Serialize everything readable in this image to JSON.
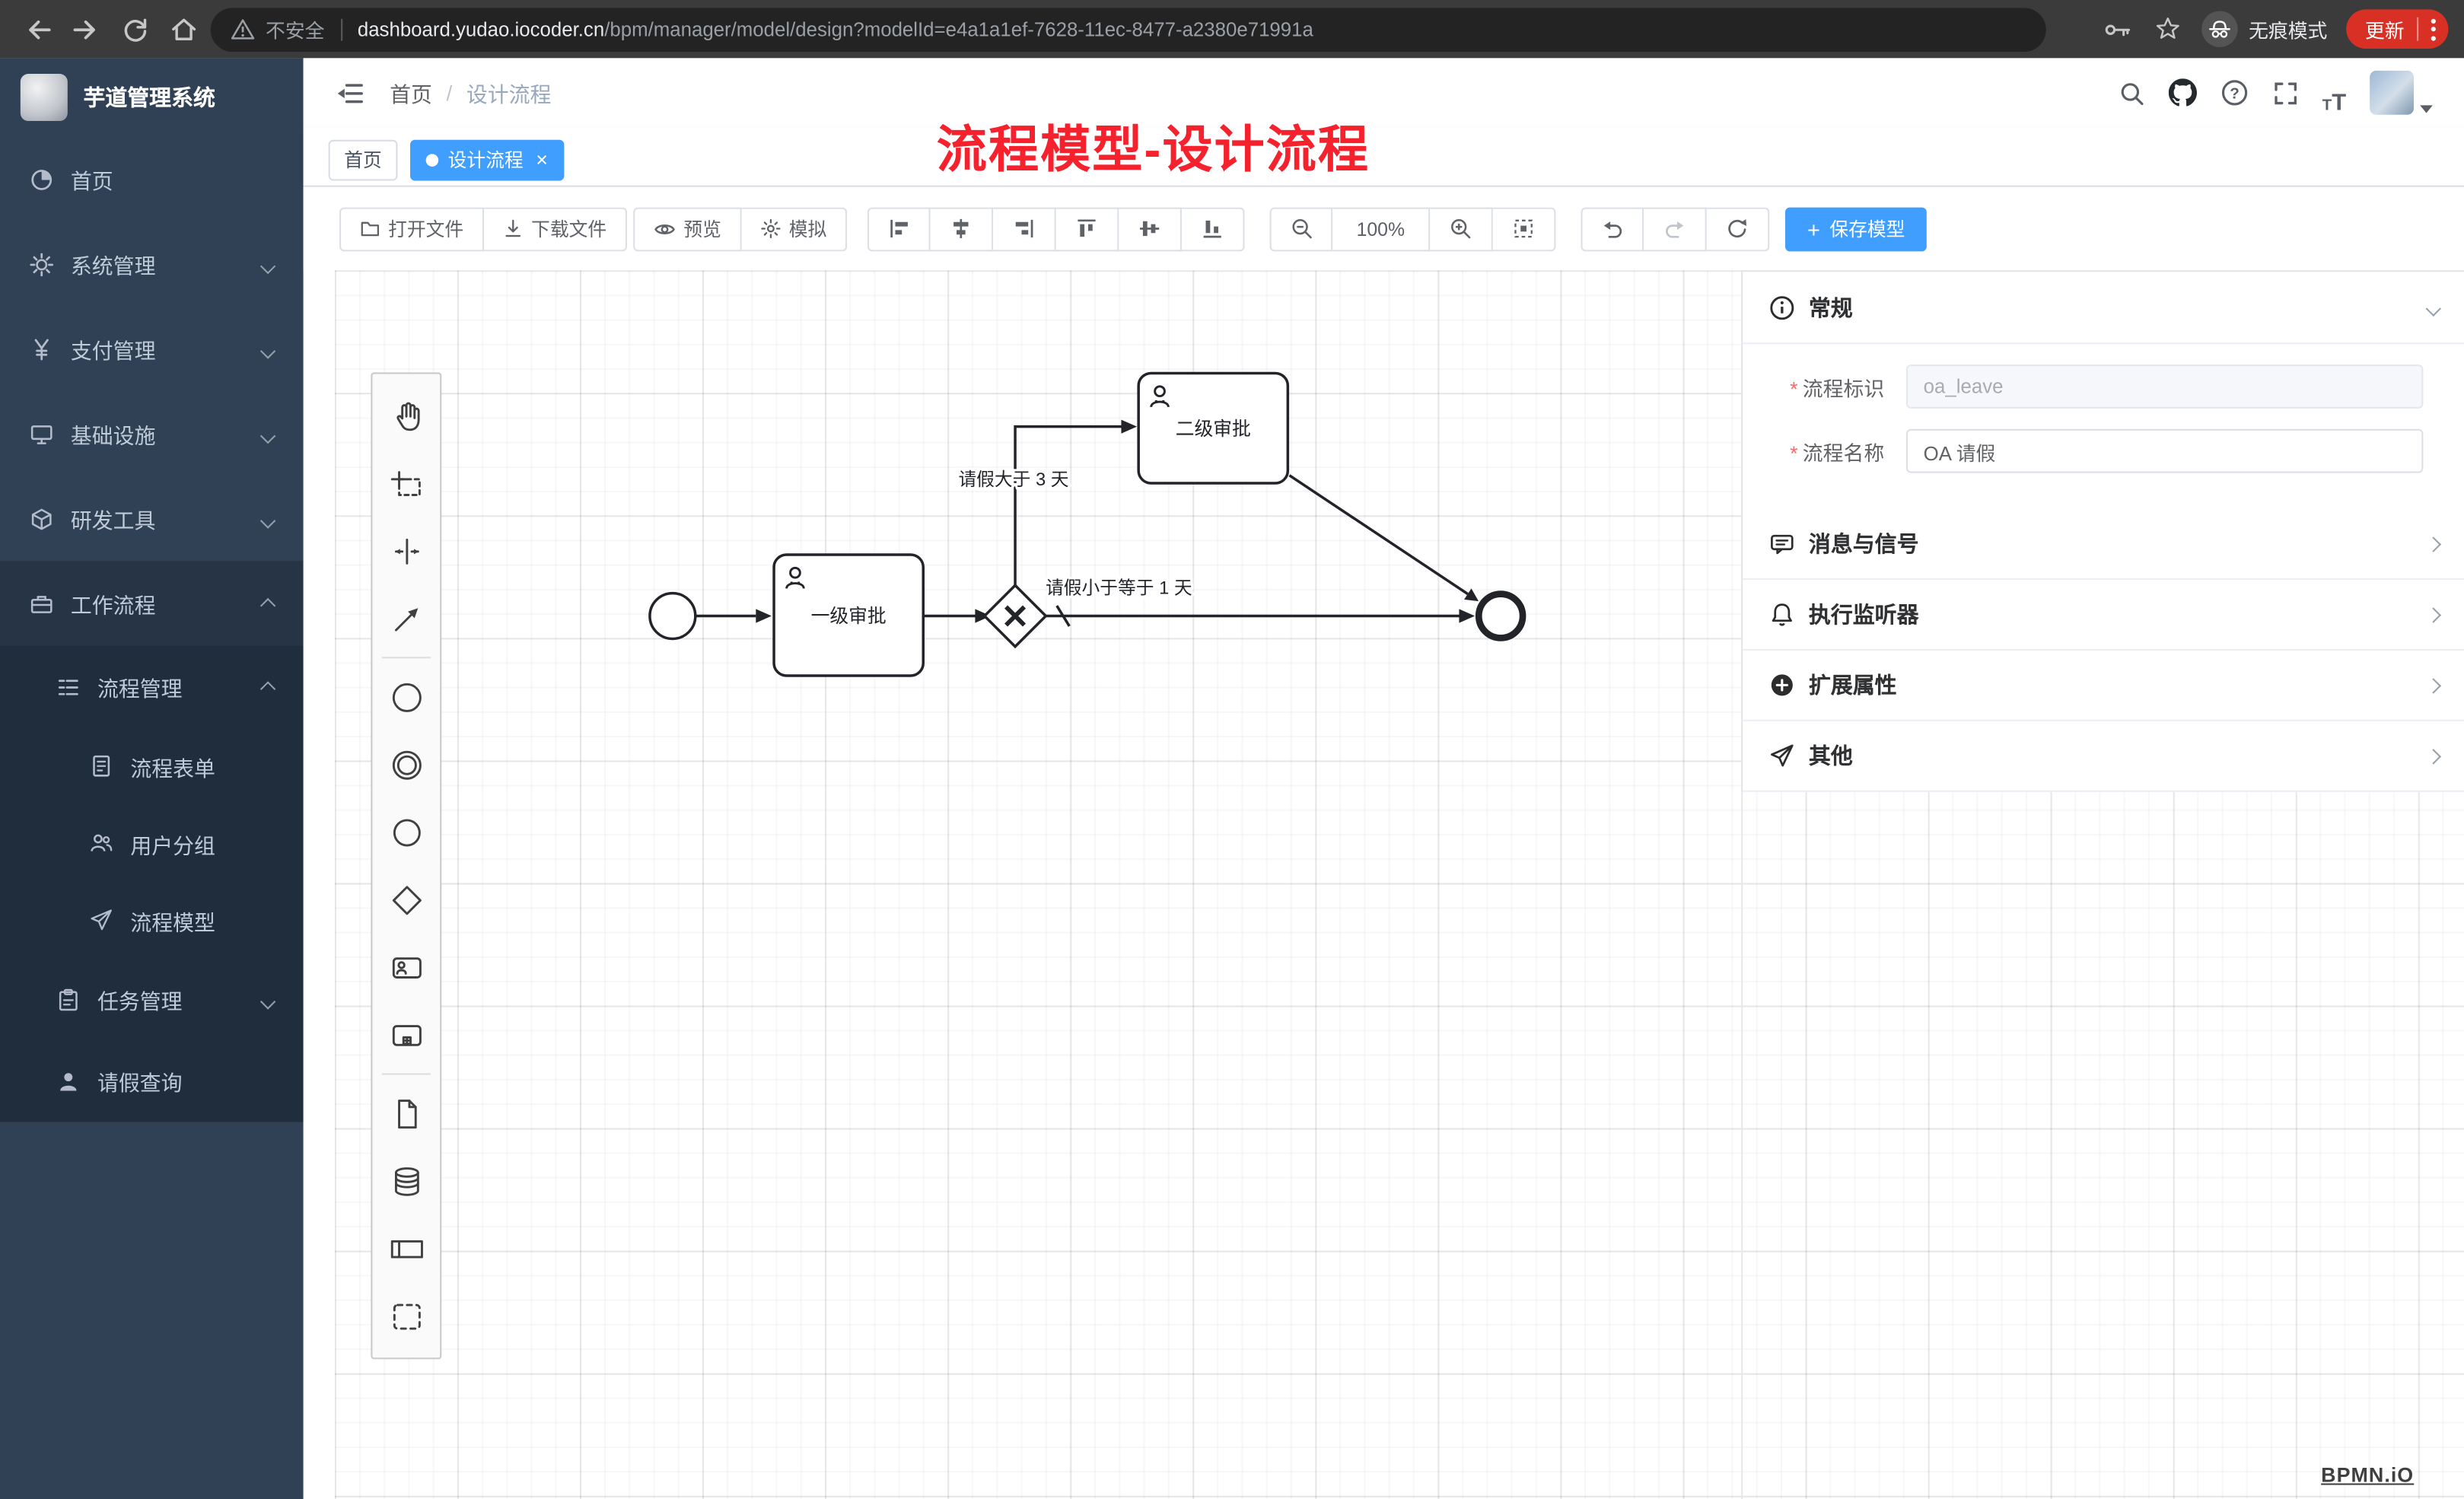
{
  "browser": {
    "security_label": "不安全",
    "url_host": "dashboard.yudao.iocoder.cn",
    "url_rest": "/bpm/manager/model/design?modelId=e4a1a1ef-7628-11ec-8477-a2380e71991a",
    "incognito_label": "无痕模式",
    "update_label": "更新"
  },
  "sidebar": {
    "logo_title": "芋道管理系统",
    "items": [
      {
        "label": "首页"
      },
      {
        "label": "系统管理"
      },
      {
        "label": "支付管理"
      },
      {
        "label": "基础设施"
      },
      {
        "label": "研发工具"
      },
      {
        "label": "工作流程"
      },
      {
        "label": "流程管理"
      },
      {
        "label": "流程表单"
      },
      {
        "label": "用户分组"
      },
      {
        "label": "流程模型"
      },
      {
        "label": "任务管理"
      },
      {
        "label": "请假查询"
      }
    ]
  },
  "header": {
    "breadcrumb_home": "首页",
    "breadcrumb_current": "设计流程",
    "annotation": "流程模型-设计流程"
  },
  "tags": {
    "home_label": "首页",
    "current_label": "设计流程",
    "close_glyph": "×"
  },
  "toolbar": {
    "open_file": "打开文件",
    "download_file": "下载文件",
    "preview": "预览",
    "simulate": "模拟",
    "zoom_level": "100%",
    "save_plus": "+",
    "save_model": "保存模型"
  },
  "properties": {
    "general_title": "常规",
    "process_key_label": "流程标识",
    "process_key_value": "oa_leave",
    "process_name_label": "流程名称",
    "process_name_value": "OA 请假",
    "sections": [
      {
        "label": "消息与信号"
      },
      {
        "label": "执行监听器"
      },
      {
        "label": "扩展属性"
      },
      {
        "label": "其他"
      }
    ]
  },
  "diagram": {
    "task1_label": "一级审批",
    "task2_label": "二级审批",
    "flow_gt3_label": "请假大于 3 天",
    "flow_le1_label": "请假小于等于 1 天",
    "watermark": "BPMN.iO"
  },
  "colors": {
    "primary": "#409eff",
    "sidebar_bg": "#304156",
    "submenu_bg": "#1f2d3d",
    "annotation_red": "#f5222d",
    "update_button_red": "#d93025"
  }
}
